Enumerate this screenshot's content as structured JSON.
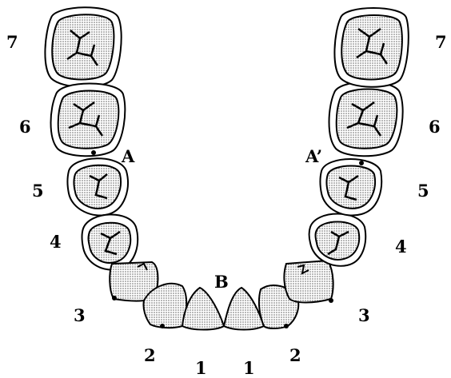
{
  "labels": {
    "upper_left_7": "7",
    "upper_right_7": "7",
    "left_6": "6",
    "right_6": "6",
    "left_5": "5",
    "right_5": "5",
    "left_4": "4",
    "right_4": "4",
    "left_3": "3",
    "right_3": "3",
    "left_2": "2",
    "right_2": "2",
    "left_1": "1",
    "right_1": "1",
    "point_a": "A",
    "point_a_prime": "A’",
    "point_b": "B"
  },
  "colors": {
    "outline": "#000000",
    "enamel_fill": "#c8c8c8",
    "background": "#ffffff"
  }
}
